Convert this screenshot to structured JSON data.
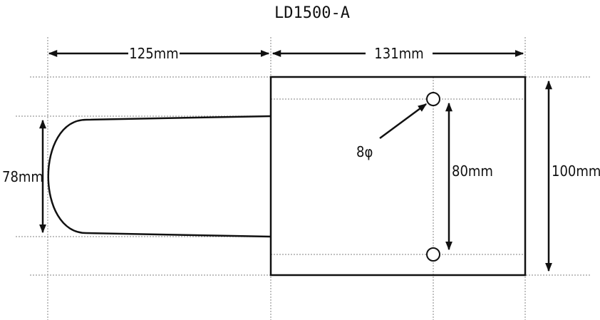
{
  "title": "LD1500-A",
  "dimensions": {
    "left_width": "125mm",
    "right_width": "131mm",
    "left_height": "78mm",
    "hole_spacing": "80mm",
    "right_height": "100mm",
    "hole_diameter": "8φ"
  },
  "colors": {
    "line": "#111111",
    "guide": "#9a9a9a",
    "background": "#ffffff"
  }
}
